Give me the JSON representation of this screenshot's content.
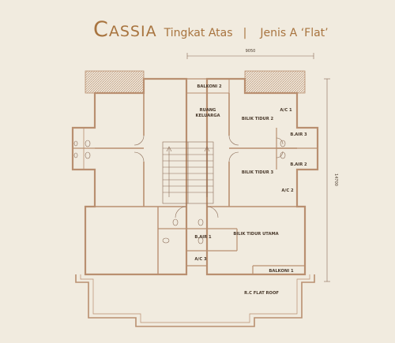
{
  "header": {
    "name": "Cassia",
    "floor": "Tingkat Atas",
    "separator": "|",
    "type": "Jenis A ‘Flat’"
  },
  "dimensions": {
    "width": "9050",
    "depth": "14700"
  },
  "rooms": {
    "balkoni_2": "BALKONI 2",
    "ruang_keluarga_1": "RUANG",
    "ruang_keluarga_2": "KELUARGA",
    "bilik_tidur_2": "BILIK TIDUR 2",
    "ac_1": "A/C 1",
    "b_air_3": "B.AIR 3",
    "b_air_2": "B.AIR 2",
    "bilik_tidur_3": "BILIK TIDUR 3",
    "ac_2": "A/C 2",
    "b_air_1": "B.AIR 1",
    "ac_3": "A/C 3",
    "bilik_tidur_utama": "BILIK TIDUR UTAMA",
    "balkoni_1": "BALKONI 1",
    "flat_roof": "R.C FLAT ROOF"
  },
  "colors": {
    "background": "#f1ebdf",
    "title": "#a8743f",
    "wall": "#b98f70",
    "line": "#8a6a55",
    "text": "#4a3a2c"
  }
}
